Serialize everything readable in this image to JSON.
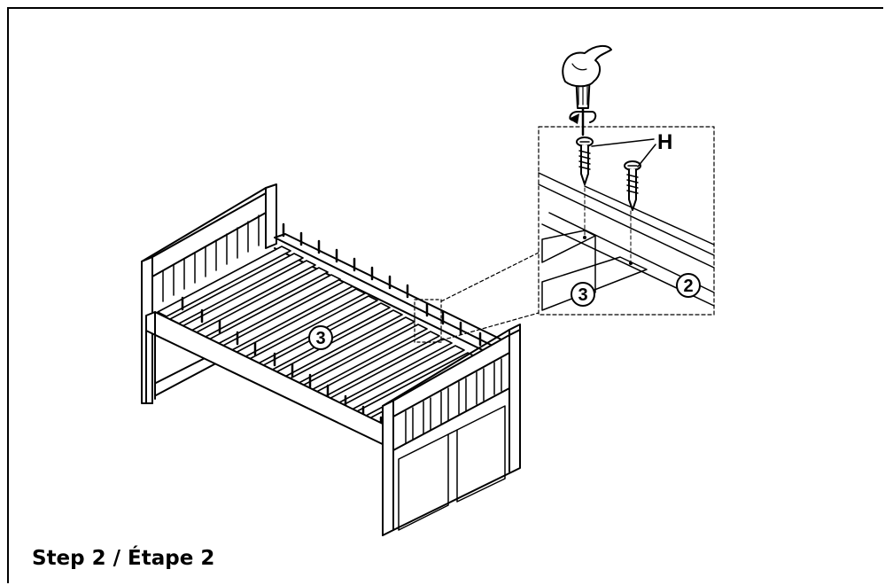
{
  "step": {
    "caption": "Step 2 / Étape 2"
  },
  "parts": {
    "slat_number": "3",
    "detail_slat_number": "3",
    "detail_rail_number": "2",
    "screw_label": "H"
  },
  "icons": [
    "hand-icon",
    "screwdriver-icon",
    "rotation-arrow-icon",
    "screw-icon"
  ],
  "colors": {
    "line": "#000000",
    "background": "#ffffff"
  }
}
